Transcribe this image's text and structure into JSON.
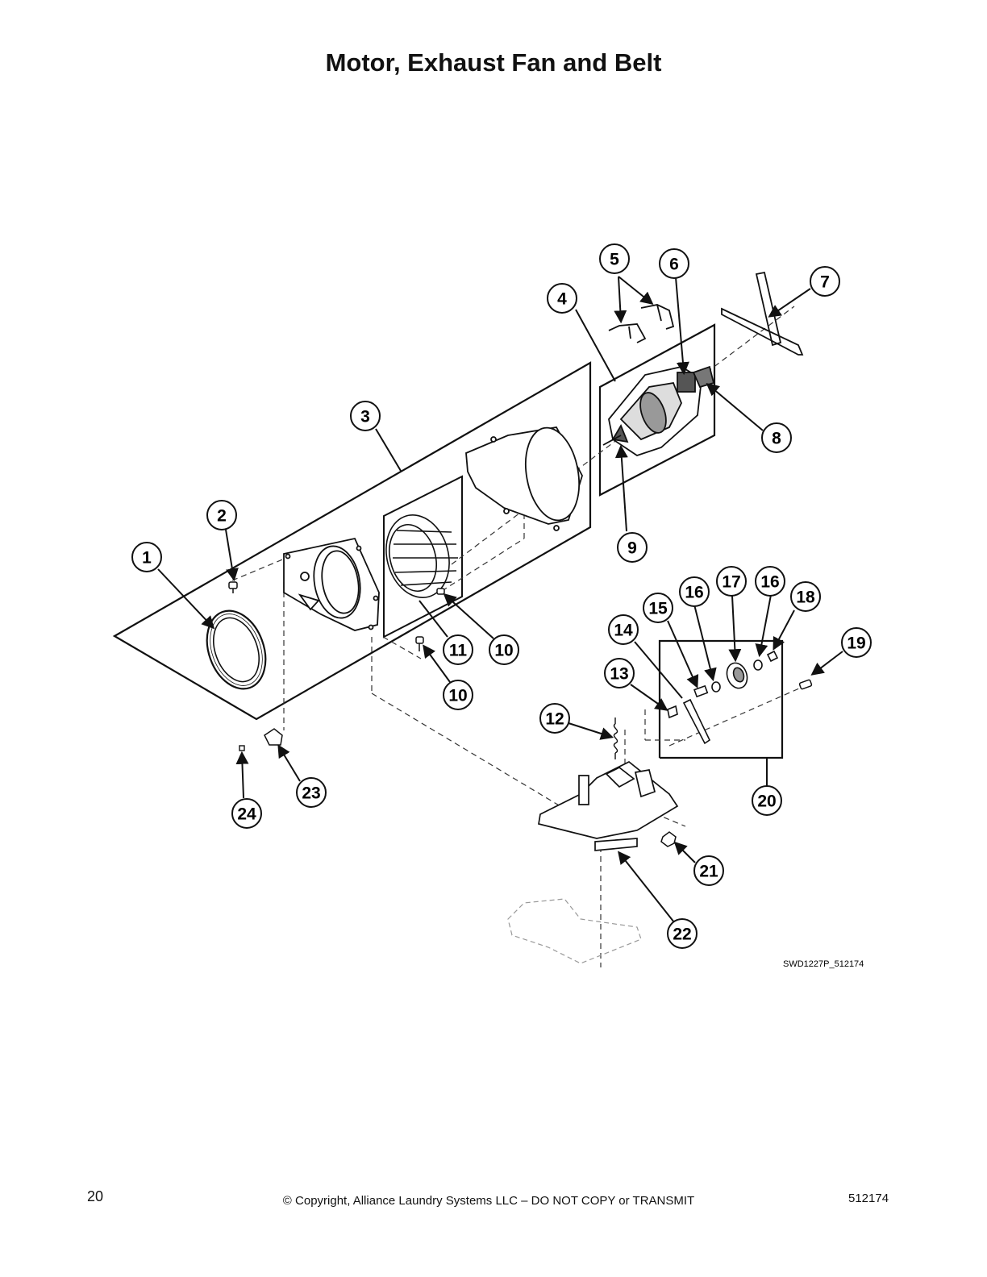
{
  "page": {
    "title": "Motor, Exhaust Fan and Belt",
    "page_number": "20",
    "copyright": "© Copyright, Alliance Laundry Systems LLC – DO NOT COPY or TRANSMIT",
    "doc_number": "512174"
  },
  "diagram": {
    "figure_code": "SWD1227P_512174",
    "callouts": [
      "1",
      "2",
      "3",
      "4",
      "5",
      "6",
      "7",
      "8",
      "9",
      "10",
      "10",
      "11",
      "12",
      "13",
      "14",
      "15",
      "16",
      "16",
      "17",
      "18",
      "19",
      "20",
      "21",
      "22",
      "23",
      "24"
    ]
  }
}
